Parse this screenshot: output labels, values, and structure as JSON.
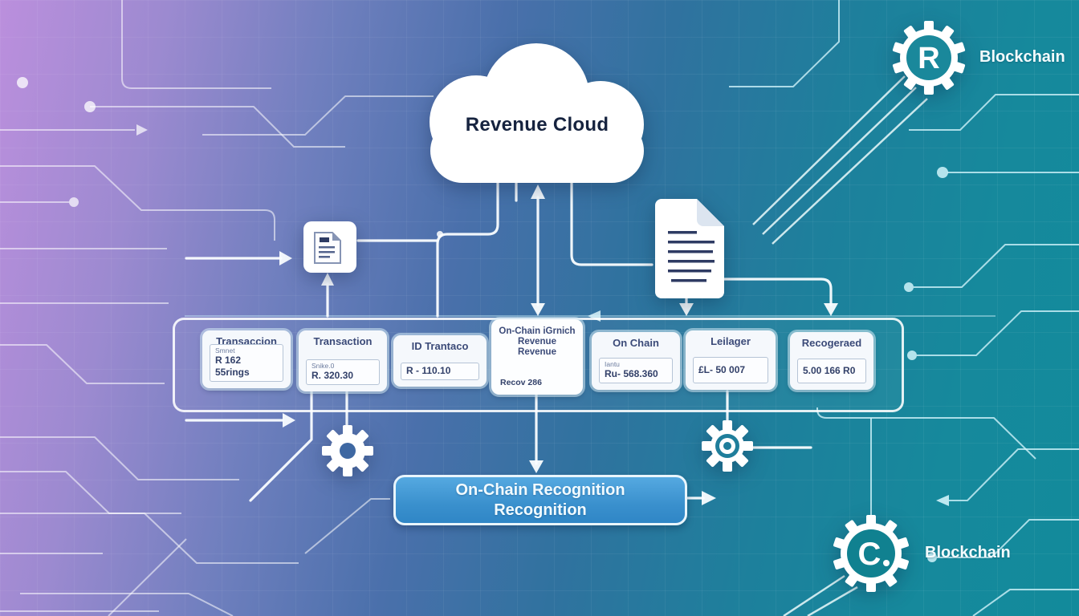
{
  "cloud": {
    "label": "Revenue Cloud"
  },
  "top_right": {
    "gear_letter": "R",
    "label": "Blockchain"
  },
  "bottom_right": {
    "gear_letter": "C",
    "label": "Blockchain"
  },
  "main_row": {
    "boxes": [
      {
        "title": "Transaccion",
        "subtitle": "Smnet",
        "value": "R 162 55rings"
      },
      {
        "title": "Transaction",
        "subtitle": "Snike.0",
        "value": "R. 320.30"
      },
      {
        "title": "ID Trantaco",
        "subtitle": "",
        "value": "R - 110.10"
      },
      {
        "title": "On-Chain iGrnich",
        "line2": "Revenue",
        "line3": "Revenue",
        "value": "Recov 286"
      },
      {
        "title": "On Chain",
        "subtitle": "Iantu",
        "value": "Ru- 568.360"
      },
      {
        "title": "Leilager",
        "subtitle": "",
        "value": "£L- 50 007"
      },
      {
        "title": "Recogeraed",
        "subtitle": "",
        "value": "5.00 166 R0"
      }
    ]
  },
  "banner": {
    "line1": "On-Chain Recognition",
    "line2": "Recognition"
  },
  "icons": [
    "cloud-icon",
    "document-icon-small",
    "document-icon-large",
    "gear-solid-icon",
    "gear-ring-icon",
    "blockchain-gear-r-icon",
    "blockchain-gear-c-icon"
  ],
  "colors": {
    "background_left": "#bb8fdd",
    "background_mid": "#4a70ab",
    "background_right": "#128a9b",
    "box_fill": "#f5f8fc",
    "banner_fill": "#3a90cd",
    "trace_white": "#ffffff",
    "trace_cyan": "#d0f3fa",
    "dark_text": "#16233f"
  }
}
